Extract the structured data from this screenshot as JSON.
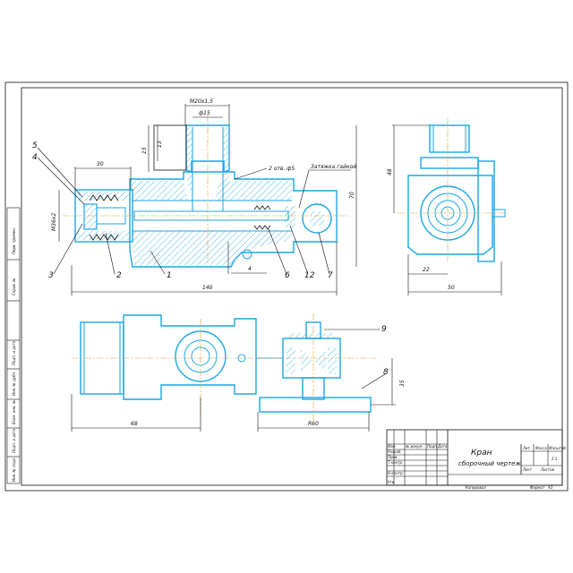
{
  "drawing": {
    "title": "Кран",
    "subtitle": "сборочный чертеж",
    "sheet_label": "Лит.",
    "mass_label": "Масса",
    "scale_label": "Масштаб",
    "scale_value": "2:1",
    "sheet_word": "Лист",
    "sheets_word": "Листов",
    "copied": "Копировал",
    "format": "Формат",
    "format_value": "А3"
  },
  "dimensions": {
    "thread_top": "М20х1,5",
    "dia_top": "ф15",
    "d_15": "15",
    "d_13": "13",
    "d_30": "30",
    "thread_left": "М36х2",
    "holes": "2 отв. ф5",
    "note": "Затяжка гайкой",
    "d_140": "140",
    "d_70": "70",
    "d_4": "4",
    "d_side_48": "48",
    "d_side_22": "22",
    "d_side_50": "50",
    "d_plan_68": "68",
    "d_plan_r60": "R60",
    "d_plan_35": "35"
  },
  "callouts": {
    "p1": "1",
    "p2": "2",
    "p3": "3",
    "p4": "4",
    "p5": "5",
    "p6": "6",
    "p7": "7",
    "p8": "8",
    "p9": "9",
    "p12": "12"
  },
  "title_block": {
    "izm": "Изм.",
    "list": "Лист",
    "ndoc": "№ докум.",
    "podp": "Подп.",
    "data": "Дата",
    "razrab": "Разраб.",
    "prov": "Пров.",
    "tkontr": "Т.контр.",
    "nkontr": "Н.контр.",
    "utv": "Утв."
  },
  "margin_stamps": [
    "Перв. примен.",
    "Справ. №",
    "Подп. и дата",
    "Инв. № дубл.",
    "Взам. инв. №",
    "Подп. и дата",
    "Инв. № подл."
  ]
}
